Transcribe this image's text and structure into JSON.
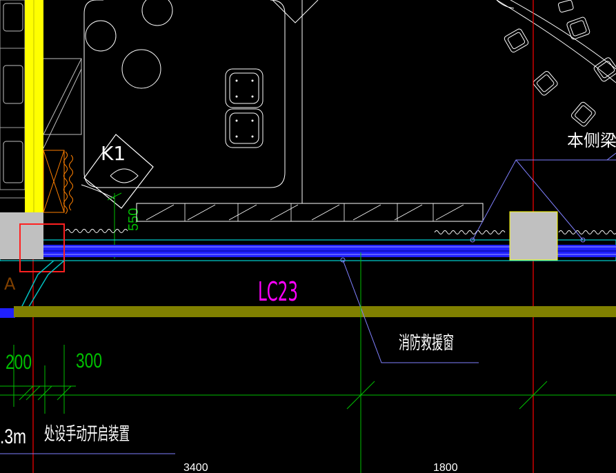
{
  "labels": {
    "window_tag": "LC23",
    "rescue_window_note": "消防救援窗",
    "beam_note": "本侧梁不高",
    "k1_tag": "K1",
    "dim_vertical": "550",
    "dim_200": "200",
    "dim_300": "300",
    "dim_3400": "3400",
    "dim_1800": "1800",
    "bottom_note": "处设手动开启装置",
    "height_fragment": ".3m",
    "letter_a": "A"
  },
  "colors": {
    "background": "#000000",
    "wall_yellow": "#ffff00",
    "column_gray": "#c0c0c0",
    "window_blue": "#2020ff",
    "window_cyan": "#00ffff",
    "olive_band": "#808000",
    "red_axis": "#ff0000",
    "green_dim": "#00c000",
    "magenta_tag": "#ff00ff",
    "leader_blue": "#8080ff",
    "furniture_white": "#ffffff",
    "highlight_red": "#ff2020",
    "orange_hatch": "#ff8000"
  }
}
